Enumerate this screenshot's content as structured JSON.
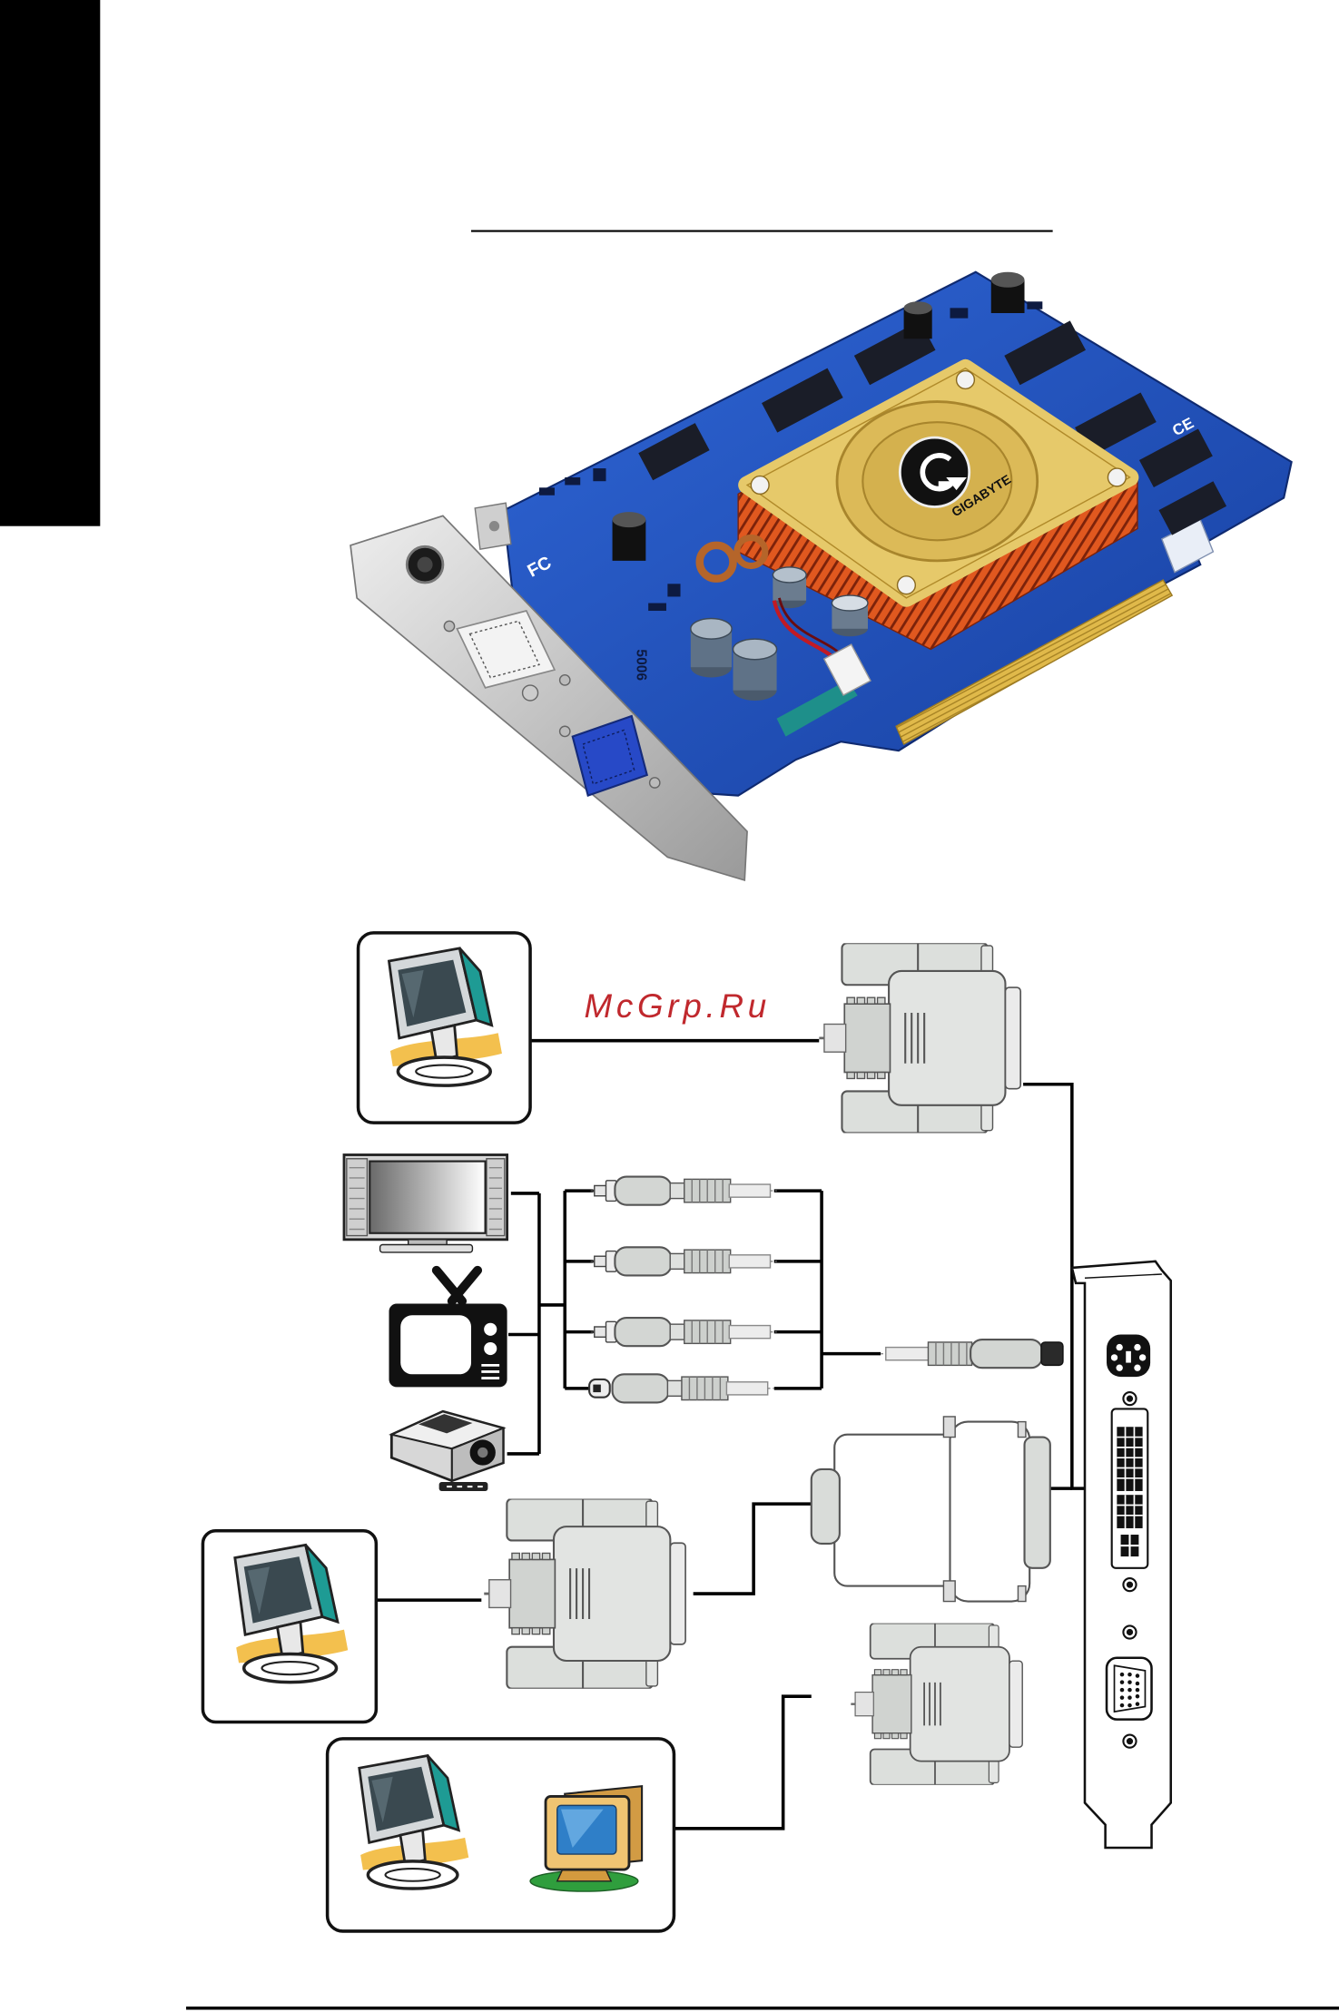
{
  "watermark": {
    "text": "McGrp.Ru",
    "color": "#c0282d"
  },
  "graphics_card": {
    "markings": {
      "fan_logo": "GIGABYTE",
      "fcc_mark": "FC",
      "ce_mark": "CE",
      "pcb_code": "5006"
    },
    "colors": {
      "pcb": "#1f4fbf",
      "fan_cover": "#e6c96a",
      "heatsink": "#e0581f",
      "gold_fingers": "#d8ad3f",
      "vga_port": "#2749c7"
    }
  },
  "diagram": {
    "displays": [
      "lcd-monitor-icon",
      "lcd-tv-icon",
      "crt-tv-icon",
      "projector-icon",
      "lcd-monitor-icon",
      "lcd-monitor-icon",
      "crt-monitor-icon"
    ],
    "connectors": [
      "dvi-connector-icon",
      "rca-plug-icon",
      "rca-plug-icon",
      "rca-plug-icon",
      "svideo-plug-icon",
      "svideo-cable-icon",
      "dvi-to-vga-adapter-icon",
      "vga-connector-icon",
      "vga-connector-icon"
    ],
    "bracket_ports": [
      "svideo-port-icon",
      "dvi-port-icon",
      "vga-port-icon"
    ],
    "colors": {
      "line": "#000000",
      "connector": "#d7dad7",
      "screen": "#3a4950",
      "accent_teal": "#1e9b94",
      "accent_yellow": "#f3c04e"
    }
  }
}
